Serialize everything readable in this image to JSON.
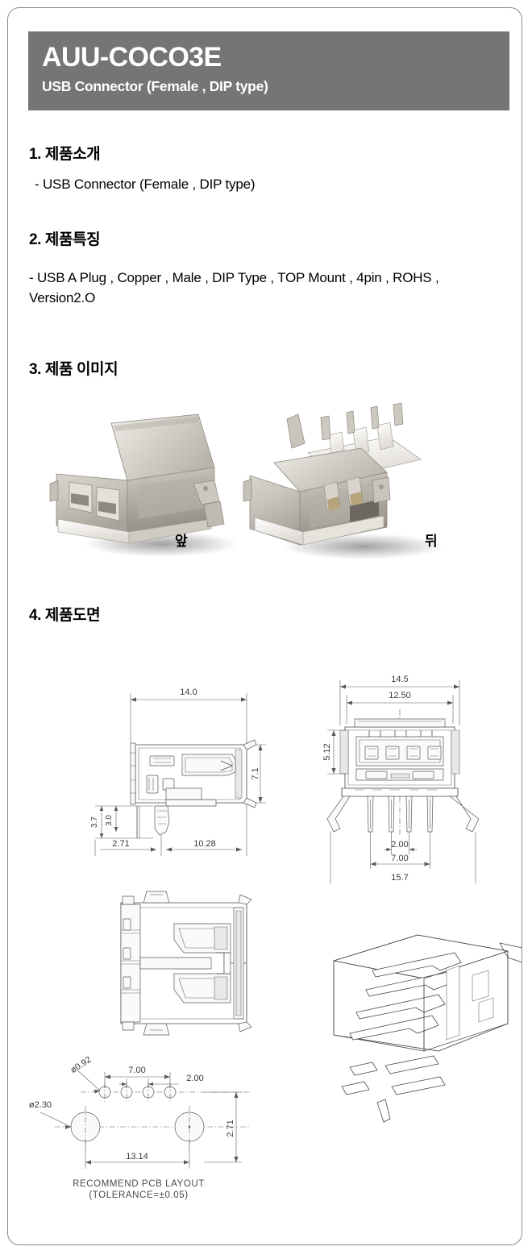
{
  "document": {
    "part_number": "AUU-COCO3E",
    "subtitle": "USB Connector (Female , DIP type)"
  },
  "sections": {
    "s1": {
      "heading": "1. 제품소개",
      "line": "-  USB Connector (Female , DIP type)"
    },
    "s2": {
      "heading": "2. 제품특징",
      "line": "- USB A Plug , Copper , Male , DIP Type , TOP Mount , 4pin , ROHS , Version2.O"
    },
    "s3": {
      "heading": "3. 제품 이미지",
      "label_front": "앞",
      "label_back": "뒤"
    },
    "s4": {
      "heading": "4. 제품도면"
    }
  },
  "drawings": {
    "side_view": {
      "width_overall": "14.0",
      "height_overall": "7.1",
      "pin_offset": "2.71",
      "body_length": "10.28",
      "depth_a": "3.7",
      "depth_b": "3.0"
    },
    "front_view": {
      "width_overall": "14.5",
      "width_inner": "12.50",
      "height_inner": "5.12",
      "pin_pitch": "2.00",
      "pin_span": "7.00",
      "width_with_legs": "15.7"
    },
    "pcb_layout": {
      "hole_small": "ø0.92",
      "hole_large": "ø2.30",
      "pin_span": "7.00",
      "pin_pitch": "2.00",
      "hole_span": "13.14",
      "row_offset": "2.71",
      "caption_line1": "RECOMMEND  PCB  LAYOUT",
      "caption_line2": "(TOLERANCE=±0.05)"
    }
  },
  "colors": {
    "banner": "#757575",
    "border": "#8a8a8a",
    "text": "#000000",
    "drawing_line": "#4a4a4a"
  }
}
